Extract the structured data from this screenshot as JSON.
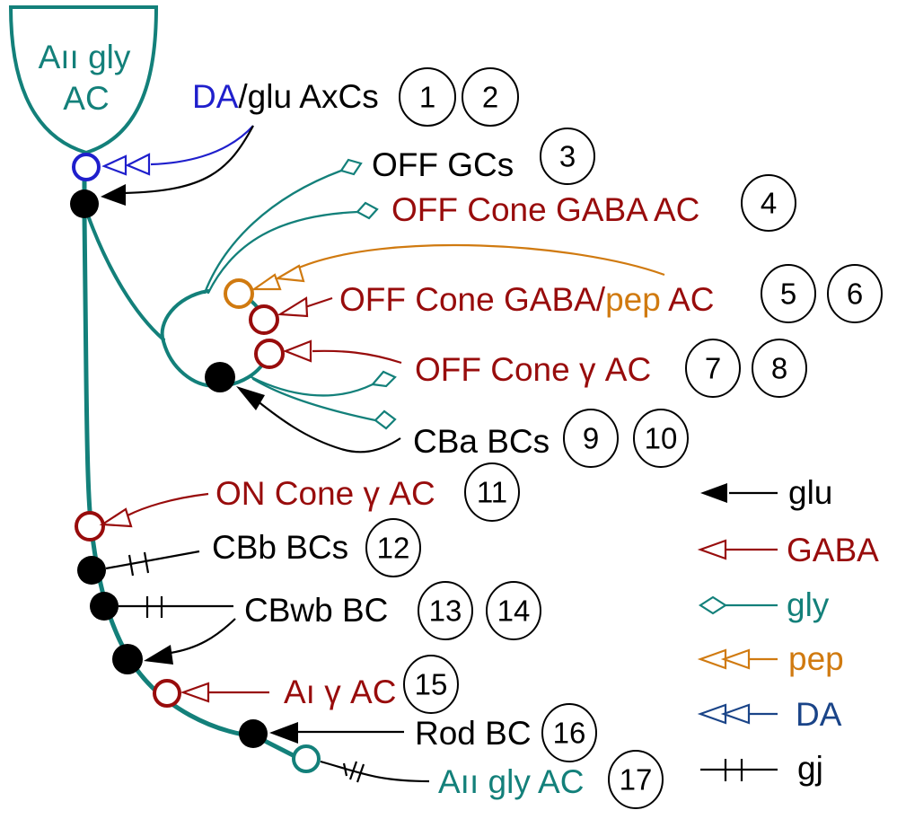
{
  "colors": {
    "teal": "#13807a",
    "glu": "#000000",
    "gaba": "#980c0c",
    "gly": "#13807a",
    "pep": "#d07a10",
    "da_bright": "#1f1fcc",
    "da_legend": "#1a4488",
    "black": "#000000"
  },
  "soma": {
    "line1": "AII gly",
    "line2": "AC",
    "line1_display": "Aıı gly"
  },
  "inputs": [
    {
      "id": "da-glu-axcs",
      "parts": [
        {
          "text": "DA",
          "color": "da_bright"
        },
        {
          "text": "/glu AxCs",
          "color": "black"
        }
      ],
      "refs": [
        "1",
        "2"
      ],
      "synapse_types": [
        "DA",
        "glu"
      ]
    },
    {
      "id": "off-gcs",
      "parts": [
        {
          "text": "OFF GCs",
          "color": "black"
        }
      ],
      "refs": [
        "3"
      ],
      "synapse_types": [
        "gly"
      ]
    },
    {
      "id": "off-cone-gaba-ac",
      "parts": [
        {
          "text": "OFF Cone GABA AC",
          "color": "gaba"
        }
      ],
      "refs": [
        "4"
      ],
      "synapse_types": [
        "gly"
      ]
    },
    {
      "id": "off-cone-gaba-pep-ac",
      "parts": [
        {
          "text": "OFF Cone GABA/",
          "color": "gaba"
        },
        {
          "text": "pep",
          "color": "pep"
        },
        {
          "text": " AC",
          "color": "gaba"
        }
      ],
      "refs": [
        "5",
        "6"
      ],
      "synapse_types": [
        "GABA",
        "pep"
      ]
    },
    {
      "id": "off-cone-gamma-ac",
      "parts": [
        {
          "text": "OFF Cone γ AC",
          "color": "gaba"
        }
      ],
      "refs": [
        "7",
        "8"
      ],
      "synapse_types": [
        "GABA",
        "gly"
      ]
    },
    {
      "id": "cba-bcs",
      "parts": [
        {
          "text": "CBa BCs",
          "color": "black"
        }
      ],
      "refs": [
        "9",
        "10"
      ],
      "synapse_types": [
        "glu",
        "gly"
      ]
    },
    {
      "id": "on-cone-gamma-ac",
      "parts": [
        {
          "text": "ON Cone γ AC",
          "color": "gaba"
        }
      ],
      "refs": [
        "11"
      ],
      "synapse_types": [
        "GABA"
      ]
    },
    {
      "id": "cbb-bcs",
      "parts": [
        {
          "text": "CBb BCs",
          "color": "black"
        }
      ],
      "refs": [
        "12"
      ],
      "synapse_types": [
        "gj"
      ]
    },
    {
      "id": "cbwb-bc",
      "parts": [
        {
          "text": "CBwb BC",
          "color": "black"
        }
      ],
      "refs": [
        "13",
        "14"
      ],
      "synapse_types": [
        "gj",
        "glu"
      ]
    },
    {
      "id": "ai-gamma-ac",
      "parts": [
        {
          "text": "Aı γ AC",
          "color": "gaba"
        }
      ],
      "refs": [
        "15"
      ],
      "synapse_types": [
        "GABA"
      ]
    },
    {
      "id": "rod-bc",
      "parts": [
        {
          "text": "Rod BC",
          "color": "black"
        }
      ],
      "refs": [
        "16"
      ],
      "synapse_types": [
        "glu"
      ]
    },
    {
      "id": "aii-gly-ac",
      "parts": [
        {
          "text": "Aıı gly AC",
          "color": "teal"
        }
      ],
      "refs": [
        "17"
      ],
      "synapse_types": [
        "gj"
      ]
    }
  ],
  "legend": [
    {
      "id": "glu",
      "label": "glu",
      "color": "glu",
      "symbol": "filled-arrow"
    },
    {
      "id": "gaba",
      "label": "GABA",
      "color": "gaba",
      "symbol": "open-arrow"
    },
    {
      "id": "gly",
      "label": "gly",
      "color": "gly",
      "symbol": "open-diamond"
    },
    {
      "id": "pep",
      "label": "pep",
      "color": "pep",
      "symbol": "double-open-arrow"
    },
    {
      "id": "da",
      "label": "DA",
      "color": "da_legend",
      "symbol": "double-open-arrow"
    },
    {
      "id": "gj",
      "label": "gj",
      "color": "black",
      "symbol": "double-bar"
    }
  ]
}
